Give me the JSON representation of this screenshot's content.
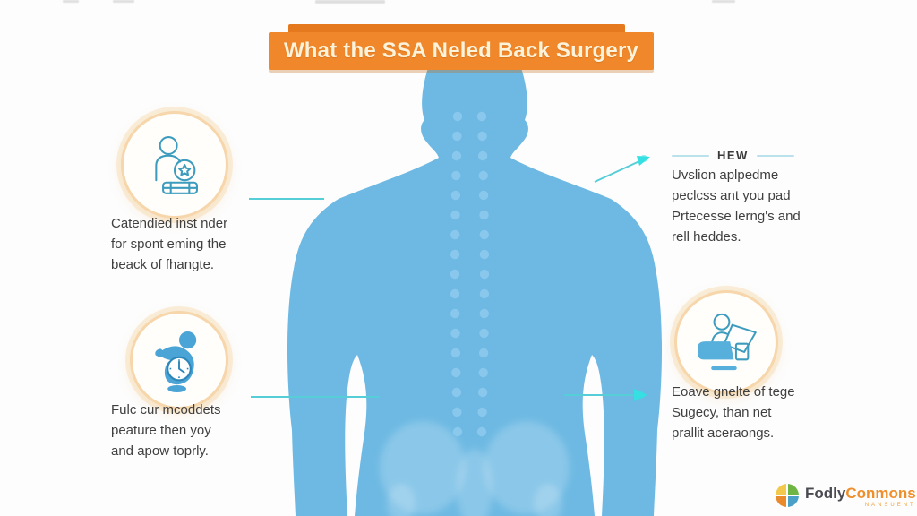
{
  "banner": {
    "title": "What the SSA Neled Back Surgery"
  },
  "left_panel": {
    "item1": {
      "icon": "person-packing-clock-icon",
      "text": "Catendied inst nder\nfor spont eming the\nbeack of fhangte."
    },
    "item2": {
      "icon": "bent-person-holding-clock-icon",
      "text": "Fulc cur mcoddets\npeature then yoy\nand apow toprly."
    }
  },
  "right_panel": {
    "item1": {
      "heading": "HEW",
      "text": "Uvslion aplpedme\npeclcss ant you pad\nPrtecesse lerng's and\nrell heddes."
    },
    "item2": {
      "icon": "person-at-desk-laptop-icon",
      "text": "Eoave gnelte of tege\nSugecy, than net\nprallit aceraongs."
    }
  },
  "footer": {
    "logo_icon": "four-quadrant-circle-logo",
    "logo_text_primary": "Fodly",
    "logo_text_secondary": "Conmons",
    "logo_tagline": "NANSUENT"
  },
  "illustration": {
    "description": "light blue rear-view human body silhouette with dotted spine and faint pelvis bones",
    "connectors": "teal leader lines; right-side lines end in cyan arrowheads"
  },
  "colors": {
    "banner_orange": "#f0882b",
    "banner_tab_orange": "#e5791d",
    "banner_text": "#fcf3da",
    "body_blue": "#6db9e3",
    "spine_dot_blue": "#8fcbee",
    "connector_teal": "#55ced8",
    "icon_stroke_teal": "#3d9cbe",
    "icon_ring_peach": "#f6d6aa",
    "text_dark": "#3f3f3f",
    "logo_dark": "#4a4a52",
    "logo_orange": "#ef8f2b"
  }
}
